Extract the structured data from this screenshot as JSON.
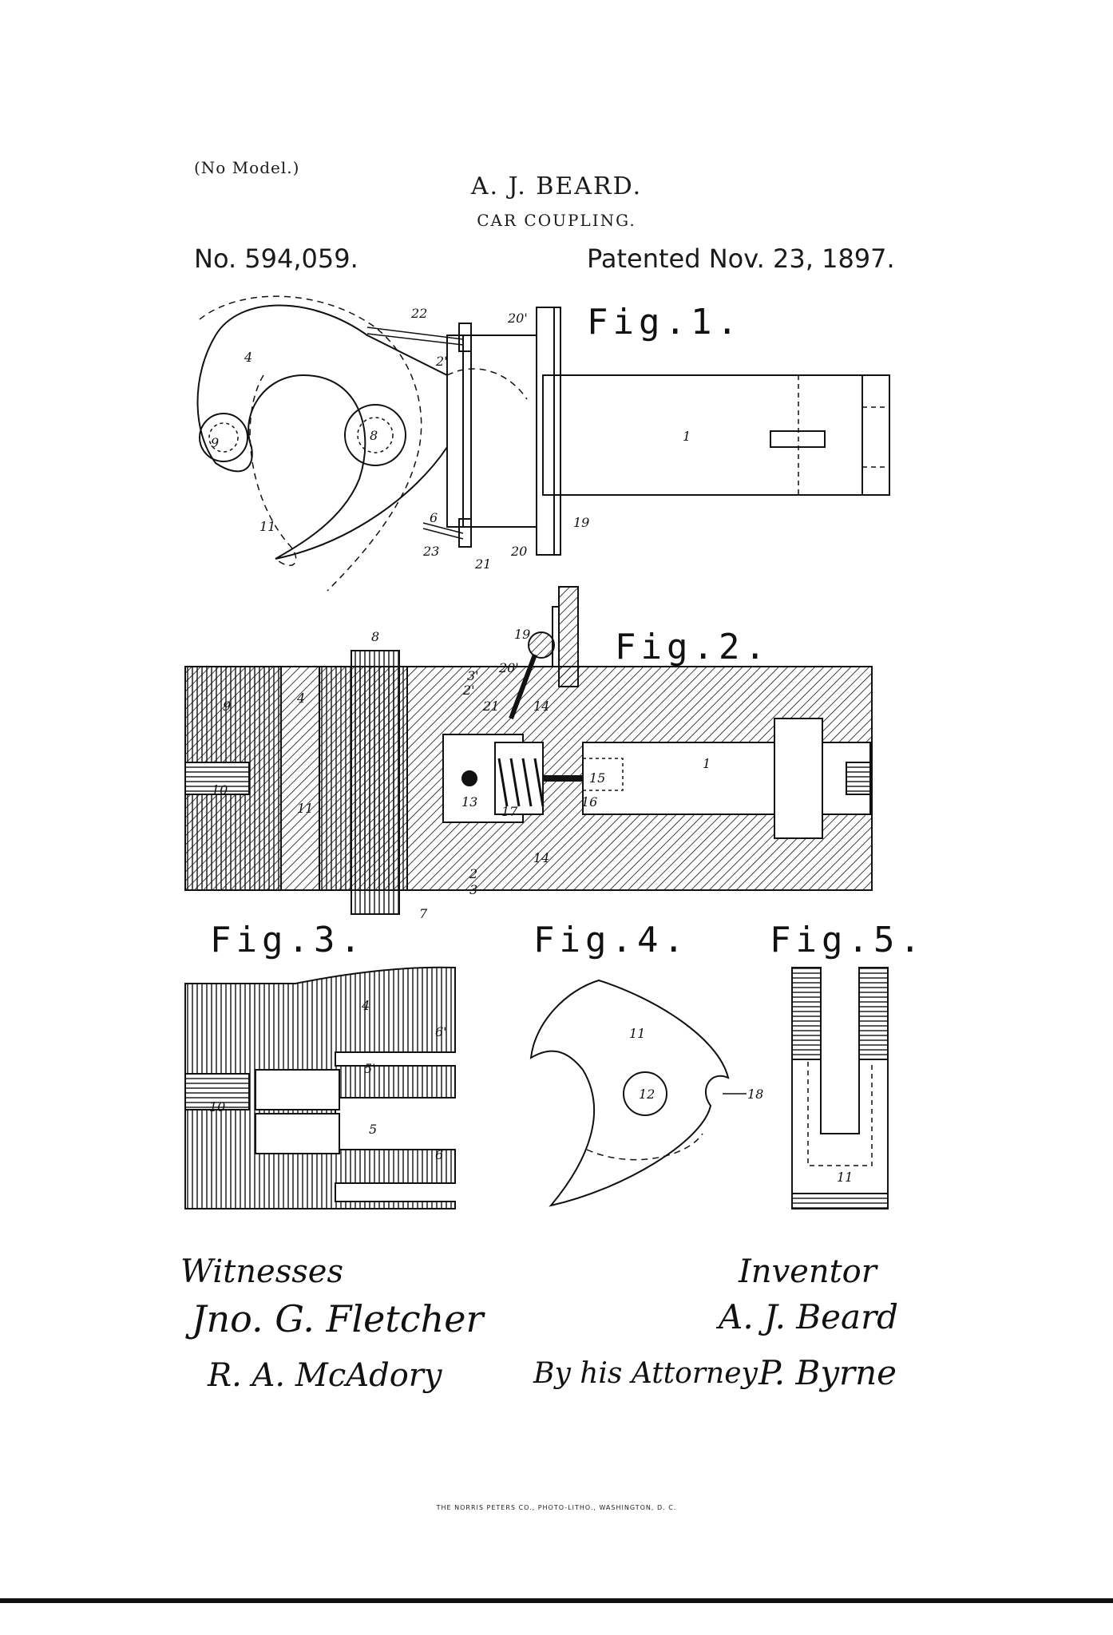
{
  "header": {
    "no_model": "(No Model.)",
    "inventor": "A. J. BEARD.",
    "title": "CAR COUPLING.",
    "number": "No. 594,059.",
    "date": "Patented Nov. 23, 1897."
  },
  "figures": {
    "fig1": {
      "label": "Fig.1.",
      "refs": [
        "22",
        "20'",
        "4",
        "2'",
        "8",
        "9",
        "1",
        "11",
        "6",
        "23",
        "21",
        "20",
        "19"
      ]
    },
    "fig2": {
      "label": "Fig.2.",
      "refs": [
        "8",
        "19",
        "20'",
        "3'",
        "2'",
        "21",
        "14",
        "4",
        "9",
        "10",
        "13",
        "15",
        "16",
        "17",
        "1",
        "11",
        "14",
        "2",
        "3",
        "7"
      ]
    },
    "fig3": {
      "label": "Fig.3.",
      "refs": [
        "4",
        "6'",
        "5'",
        "10",
        "5",
        "6"
      ]
    },
    "fig4": {
      "label": "Fig.4.",
      "refs": [
        "11",
        "12",
        "18"
      ]
    },
    "fig5": {
      "label": "Fig.5.",
      "refs": [
        "11"
      ]
    }
  },
  "signatures": {
    "witnesses_label": "Witnesses",
    "witness_1": "Jno. G. Fletcher",
    "witness_2": "R. A. McAdory",
    "inventor_label": "Inventor",
    "inventor_sig": "A. J. Beard",
    "by_attorney": "By his Attorney",
    "attorney_sig": "P. Byrne"
  },
  "footer": {
    "printer": "THE NORRIS PETERS CO., PHOTO-LITHO., WASHINGTON, D. C."
  }
}
